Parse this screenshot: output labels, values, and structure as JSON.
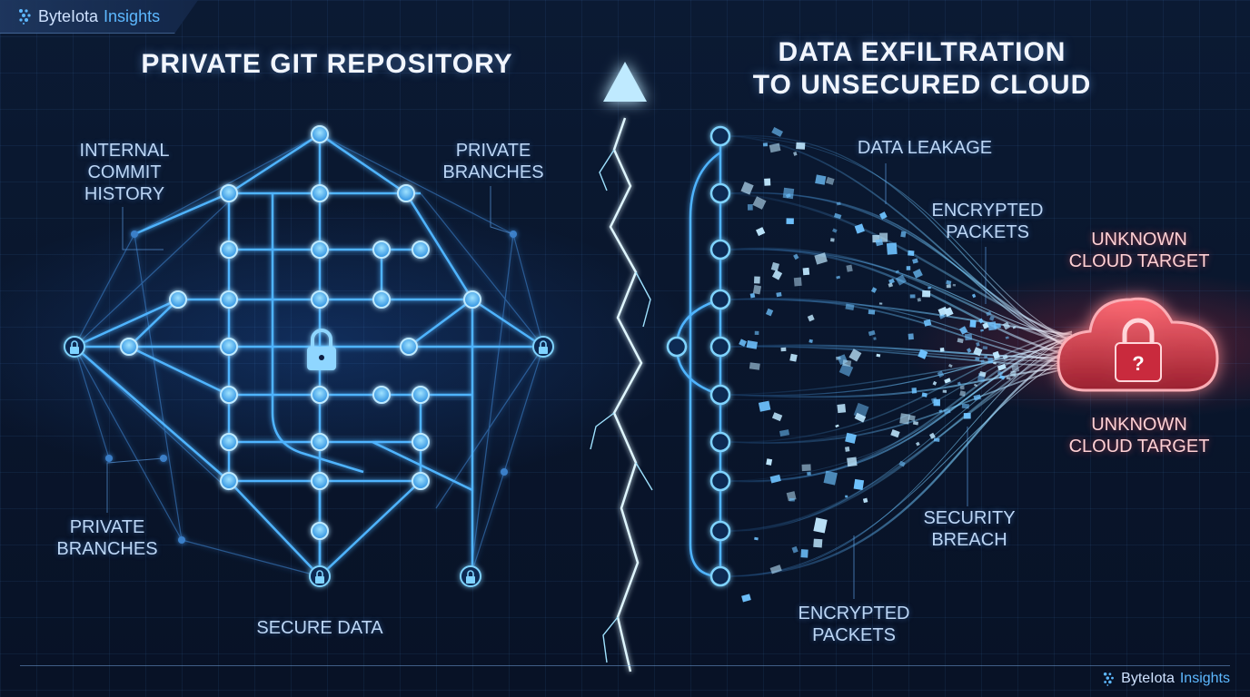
{
  "brand": {
    "name_bold": "ByteIota",
    "name_light": "Insights"
  },
  "left_title": "PRIVATE GIT REPOSITORY",
  "right_title_line1": "DATA EXFILTRATION",
  "right_title_line2": "TO UNSECURED CLOUD",
  "labels": {
    "internal_commit_history": [
      "INTERNAL",
      "COMMIT",
      "HISTORY"
    ],
    "private_branches_top": [
      "PRIVATE",
      "BRANCHES"
    ],
    "private_branches_bottom": [
      "PRIVATE",
      "BRANCHES"
    ],
    "secure_data": "SECURE DATA",
    "data_leakage": "DATA LEAKAGE",
    "encrypted_packets_top": [
      "ENCRYPTED",
      "PACKETS"
    ],
    "encrypted_packets_bottom": [
      "ENCRYPTED",
      "PACKETS"
    ],
    "security_breach": [
      "SECURITY",
      "BREACH"
    ],
    "unknown_cloud_target_top": [
      "UNKNOWN",
      "CLOUD TARGET"
    ],
    "unknown_cloud_target_bottom": [
      "UNKNOWN",
      "CLOUD TARGET"
    ]
  },
  "cloud_symbol": "?",
  "colors": {
    "accent_blue": "#4fb4ff",
    "glow_blue": "#7fd3ff",
    "alert_red": "#ff5a66",
    "background": "#0a1428"
  },
  "icons": [
    "lock-icon",
    "cloud-lock-icon",
    "lightning-arrow-icon",
    "brand-logo-icon"
  ]
}
